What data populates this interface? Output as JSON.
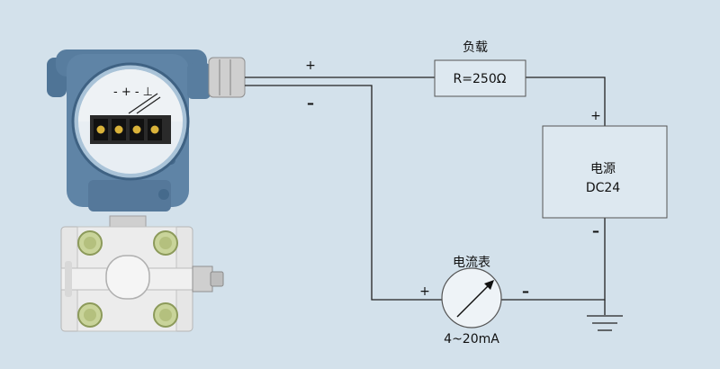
{
  "colors": {
    "background": "#d3e1eb",
    "wire": "#222222",
    "housing": "#5f84a6",
    "housing_dark": "#3f6283",
    "flange": "#e6e6e6",
    "bolt": "#c9d49a",
    "terminal_gold": "#d9b23a"
  },
  "transmitter": {
    "terminal_marks": "- + - ⊥"
  },
  "load": {
    "title": "负载",
    "value": "R=250Ω"
  },
  "power_supply": {
    "name": "电源",
    "rating": "DC24",
    "plus": "+",
    "minus": "–"
  },
  "ammeter": {
    "title": "电流表",
    "range": "4~20mA",
    "plus": "+",
    "minus": "–"
  },
  "signal": {
    "plus": "+",
    "minus": "–"
  }
}
